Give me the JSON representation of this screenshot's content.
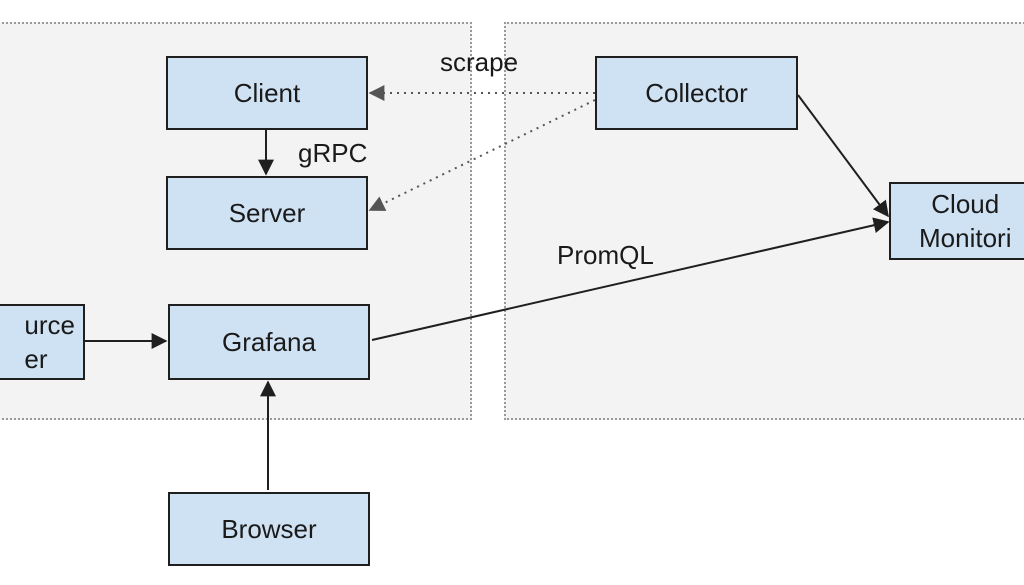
{
  "nodes": {
    "client": "Client",
    "server": "Server",
    "grafana": "Grafana",
    "browser": "Browser",
    "collector": "Collector",
    "cloud_monitoring": "Cloud\nMonitori",
    "data_source": "urce\ner"
  },
  "edge_labels": {
    "scrape": "scrape",
    "grpc": "gRPC",
    "promql": "PromQL"
  },
  "colors": {
    "node_fill": "#cfe2f3",
    "node_border": "#1f1f1f",
    "region_fill": "#f3f3f3",
    "region_border": "#9a9a9a",
    "edge": "#1f1f1f",
    "dotted_edge": "#555555"
  }
}
